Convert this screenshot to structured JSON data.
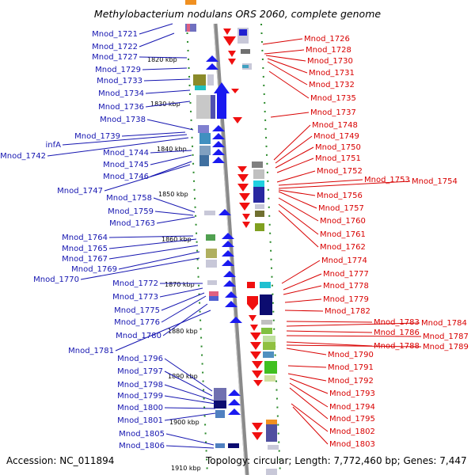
{
  "title": "Methylobacterium nodulans ORS 2060, complete genome",
  "footer": {
    "accession": "Accession: NC_011894",
    "topology": "Topology: circular; Length: 7,772,460 bp; Genes: 7,447"
  },
  "colors": {
    "left_label": "#1515b0",
    "right_label": "#d80000",
    "forward_arrow": "#1a1af0",
    "reverse_arrow": "#f01010",
    "backbone": "#8a8a8a",
    "tick": "#2a8a2a"
  },
  "kbp_marks": [
    "1820 kbp",
    "1830 kbp",
    "1840 kbp",
    "1850 kbp",
    "1860 kbp",
    "1870 kbp",
    "1880 kbp",
    "1890 kbp",
    "1900 kbp",
    "1910 kbp"
  ],
  "left_genes": [
    "Mnod_1721",
    "Mnod_1722",
    "Mnod_1727",
    "Mnod_1729",
    "Mnod_1733",
    "Mnod_1734",
    "Mnod_1736",
    "Mnod_1738",
    "Mnod_1739",
    "infA",
    "Mnod_1742",
    "Mnod_1744",
    "Mnod_1745",
    "Mnod_1746",
    "Mnod_1747",
    "Mnod_1758",
    "Mnod_1759",
    "Mnod_1763",
    "Mnod_1764",
    "Mnod_1765",
    "Mnod_1767",
    "Mnod_1769",
    "Mnod_1770",
    "Mnod_1772",
    "Mnod_1773",
    "Mnod_1775",
    "Mnod_1776",
    "Mnod_1780",
    "Mnod_1781",
    "Mnod_1796",
    "Mnod_1797",
    "Mnod_1798",
    "Mnod_1799",
    "Mnod_1800",
    "Mnod_1801",
    "Mnod_1805",
    "Mnod_1806"
  ],
  "right_genes": [
    "Mnod_1726",
    "Mnod_1728",
    "Mnod_1730",
    "Mnod_1731",
    "Mnod_1732",
    "Mnod_1735",
    "Mnod_1737",
    "Mnod_1748",
    "Mnod_1749",
    "Mnod_1750",
    "Mnod_1751",
    "Mnod_1752",
    "Mnod_1753",
    "Mnod_1754",
    "Mnod_1756",
    "Mnod_1757",
    "Mnod_1760",
    "Mnod_1761",
    "Mnod_1762",
    "Mnod_1774",
    "Mnod_1777",
    "Mnod_1778",
    "Mnod_1779",
    "Mnod_1782",
    "Mnod_1783",
    "Mnod_1784",
    "Mnod_1786",
    "Mnod_1787",
    "Mnod_1788",
    "Mnod_1789",
    "Mnod_1790",
    "Mnod_1791",
    "Mnod_1792",
    "Mnod_1793",
    "Mnod_1794",
    "Mnod_1795",
    "Mnod_1802",
    "Mnod_1803"
  ]
}
